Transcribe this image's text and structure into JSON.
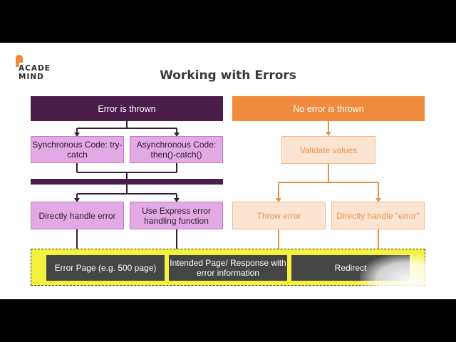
{
  "logo": {
    "line1": "ACADE",
    "line2": "MIND"
  },
  "title": "Working with Errors",
  "left": {
    "header": "Error is thrown",
    "sync": "Synchronous Code: try-catch",
    "async": "Asynchronous Code: then()-catch()",
    "direct": "Directly handle error",
    "express": "Use Express error handling function"
  },
  "right": {
    "header": "No error is thrown",
    "validate": "Validate values",
    "throw": "Throw error",
    "direct": "Directly handle \"error\""
  },
  "outcomes": {
    "error_page": "Error Page (e.g. 500 page)",
    "intended_page": "Intended Page/ Response with error information",
    "redirect": "Redirect"
  },
  "colors": {
    "dark_purple": "#4a1d4a",
    "orange": "#f08a3c",
    "lilac": "#e2a9e4",
    "peach": "#fce4d2",
    "yellow": "#f5f23f",
    "gray": "#454545"
  }
}
